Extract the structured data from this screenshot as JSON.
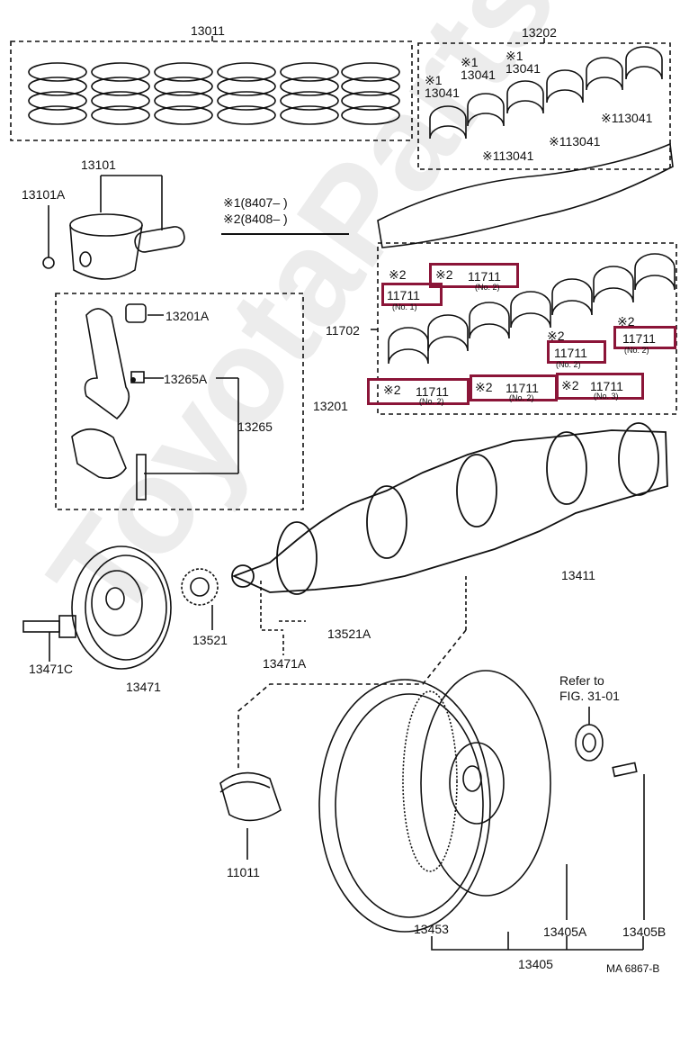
{
  "watermark": "ToyotaPartsWeb",
  "legend": {
    "line1": "※1(8407–      )",
    "line2": "※2(8408–      )"
  },
  "labels": {
    "p13011": "13011",
    "p13202": "13202",
    "p13101": "13101",
    "p13101A": "13101A",
    "p13041_a": "※1\n13041",
    "p13041_b": "※1\n13041",
    "p13041_c": "※1\n13041",
    "p13041_d": "※113041",
    "p13041_e": "※113041",
    "p13041_f": "※113041",
    "p11702": "11702",
    "p13201A": "13201A",
    "p13265A": "13265A",
    "p13265": "13265",
    "p13201": "13201",
    "p13411": "13411",
    "p13521": "13521",
    "p13521A": "13521A",
    "p13471C": "13471C",
    "p13471A": "13471A",
    "p13471": "13471",
    "refer1": "Refer to",
    "refer2": "FIG. 31-01",
    "p11011": "11011",
    "p13453": "13453",
    "p13405A": "13405A",
    "p13405B": "13405B",
    "p13405": "13405",
    "code": "MA  6867-B"
  },
  "bearings": [
    {
      "id": "b1",
      "mark": "※2",
      "part": "11711",
      "note": "(No. 2)"
    },
    {
      "id": "b2",
      "mark": "※2",
      "part": "",
      "note": ""
    },
    {
      "id": "b3",
      "mark": "",
      "part": "11711",
      "note": "(No. 1)"
    },
    {
      "id": "b4",
      "mark": "※2",
      "part": "11711",
      "note": "(No. 2)"
    },
    {
      "id": "b5",
      "mark": "※2",
      "part": "11711",
      "note": "(No. 2)"
    },
    {
      "id": "b6",
      "mark": "※2",
      "part": "11711",
      "note": "(No. 2)"
    },
    {
      "id": "b7",
      "mark": "※2",
      "part": "11711",
      "note": "(No. 3)"
    },
    {
      "id": "b8",
      "mark": "※2",
      "part": "",
      "note": ""
    },
    {
      "id": "b9",
      "mark": "",
      "part": "11711",
      "note": "(No. 2)"
    }
  ],
  "colors": {
    "highlight": "#8b1538",
    "line": "#111111"
  }
}
